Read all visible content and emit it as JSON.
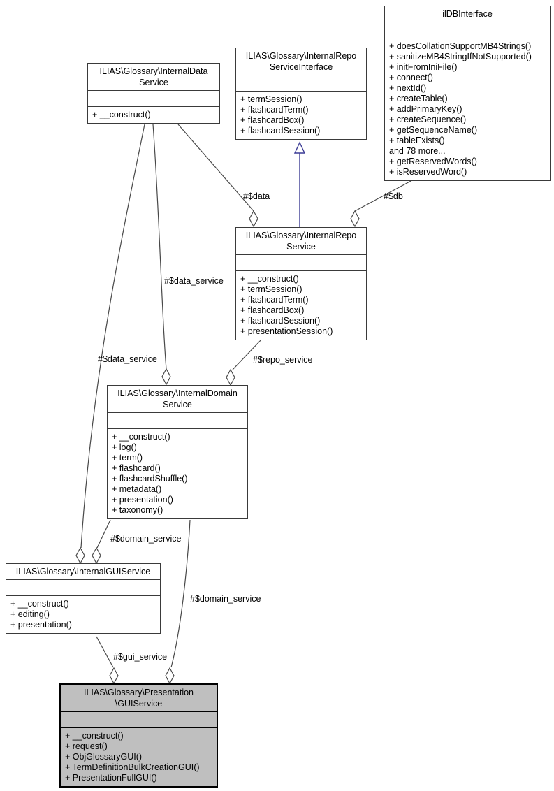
{
  "diagram_type": "uml-collaboration-diagram",
  "colors": {
    "edge": "#484848",
    "inheritance": "#3c3c95",
    "class_fill": "#ffffff",
    "highlight_fill": "#bfbfbf",
    "border": "#000000"
  },
  "classes": {
    "data_service": {
      "title": [
        "ILIAS\\Glossary\\InternalData",
        "Service"
      ],
      "methods": [
        "+ __construct()"
      ]
    },
    "repo_interface": {
      "title": [
        "ILIAS\\Glossary\\InternalRepo",
        "ServiceInterface"
      ],
      "methods": [
        "+ termSession()",
        "+ flashcardTerm()",
        "+ flashcardBox()",
        "+ flashcardSession()"
      ]
    },
    "ildb_interface": {
      "title": [
        "ilDBInterface"
      ],
      "methods": [
        "+ doesCollationSupportMB4Strings()",
        "+ sanitizeMB4StringIfNotSupported()",
        "+ initFromIniFile()",
        "+ connect()",
        "+ nextId()",
        "+ createTable()",
        "+ addPrimaryKey()",
        "+ createSequence()",
        "+ getSequenceName()",
        "+ tableExists()",
        "and 78 more...",
        "+ getReservedWords()",
        "+ isReservedWord()"
      ]
    },
    "repo_service": {
      "title": [
        "ILIAS\\Glossary\\InternalRepo",
        "Service"
      ],
      "methods": [
        "+ __construct()",
        "+ termSession()",
        "+ flashcardTerm()",
        "+ flashcardBox()",
        "+ flashcardSession()",
        "+ presentationSession()"
      ]
    },
    "domain_service": {
      "title": [
        "ILIAS\\Glossary\\InternalDomain",
        "Service"
      ],
      "methods": [
        "+ __construct()",
        "+ log()",
        "+ term()",
        "+ flashcard()",
        "+ flashcardShuffle()",
        "+ metadata()",
        "+ presentation()",
        "+ taxonomy()"
      ]
    },
    "gui_service": {
      "title": [
        "ILIAS\\Glossary\\InternalGUIService"
      ],
      "methods": [
        "+ __construct()",
        "+ editing()",
        "+ presentation()"
      ]
    },
    "presentation_gui": {
      "title": [
        "ILIAS\\Glossary\\Presentation",
        "\\GUIService"
      ],
      "methods": [
        "+ __construct()",
        "+ request()",
        "+ ObjGlossaryGUI()",
        "+ TermDefinitionBulkCreationGUI()",
        "+ PresentationFullGUI()"
      ]
    }
  },
  "edge_labels": {
    "data": "#$data",
    "db": "#$db",
    "data_service_domain": "#$data_service",
    "data_service_gui": "#$data_service",
    "repo_service": "#$repo_service",
    "domain_service_gui": "#$domain_service",
    "domain_service_pres": "#$domain_service",
    "gui_service": "#$gui_service"
  }
}
